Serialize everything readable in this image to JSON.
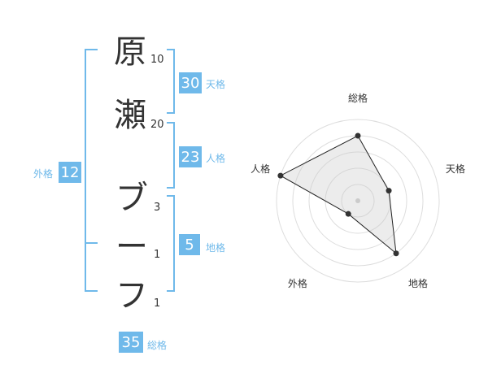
{
  "name": {
    "chars": [
      {
        "char": "原",
        "strokes": "10"
      },
      {
        "char": "瀬",
        "strokes": "20"
      },
      {
        "char": "ブ",
        "strokes": "3"
      },
      {
        "char": "ー",
        "strokes": "1"
      },
      {
        "char": "フ",
        "strokes": "1"
      }
    ]
  },
  "fortune": {
    "tenkaku": {
      "value": "30",
      "label": "天格"
    },
    "jinkaku": {
      "value": "23",
      "label": "人格"
    },
    "chikaku": {
      "value": "5",
      "label": "地格"
    },
    "gaikaku": {
      "value": "12",
      "label": "外格"
    },
    "soukaku": {
      "value": "35",
      "label": "総格"
    }
  },
  "colors": {
    "accent": "#6fb9ea",
    "text": "#333333",
    "ring": "#dddddd",
    "fill": "#eeeeee"
  },
  "chart_data": {
    "type": "radar",
    "axes": [
      "総格",
      "天格",
      "地格",
      "外格",
      "人格"
    ],
    "values": [
      4,
      2,
      4,
      1,
      5
    ],
    "max": 5,
    "rings": 5
  }
}
